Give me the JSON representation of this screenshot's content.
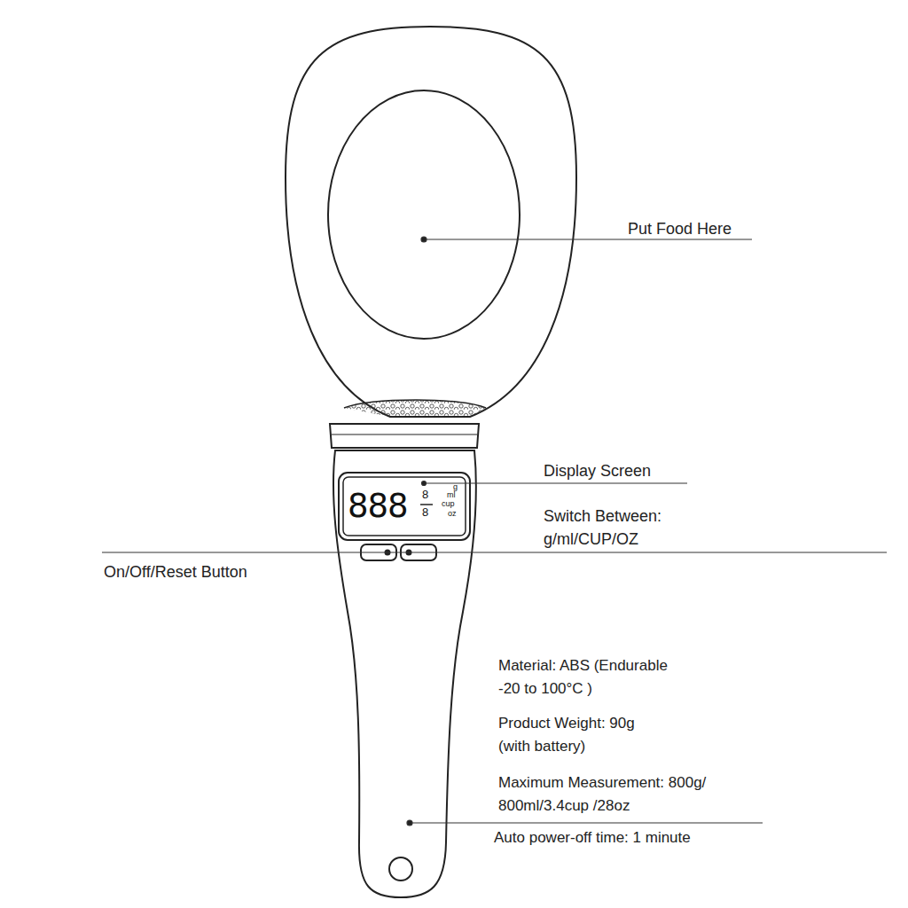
{
  "diagram": {
    "labels": [
      "Put Food Here",
      "888",
      "8",
      "8",
      "g",
      "ml",
      "cup",
      "oz",
      "Display Screen",
      "Switch Between: g/ml/CUP/OZ",
      "On/Off/Reset Button",
      "Material: ABS (Endurable -20 to 100°C )",
      "Product Weight: 90g (with battery)",
      "Maximum Measurement: 800g/ 800ml/3.4cup /28oz",
      "Auto power-off time: 1 minute"
    ]
  }
}
